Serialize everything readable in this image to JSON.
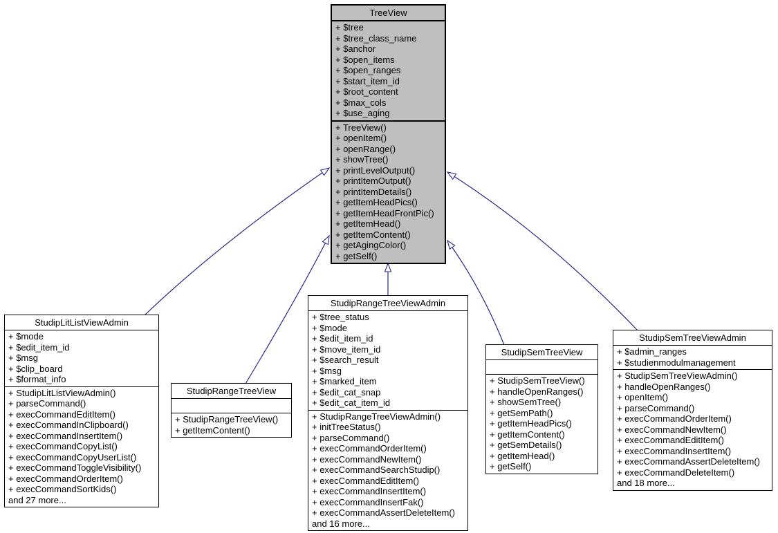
{
  "diagram": {
    "type": "uml-class-inheritance-graph",
    "colors": {
      "background": "#ffffff",
      "edge": "#26268e",
      "parent-fill": "#bfbfbf",
      "child-fill": "#ffffff",
      "border": "#000000",
      "text": "#000000"
    }
  },
  "classes": [
    {
      "name": "TreeView",
      "attributes": [
        "+ $tree",
        "+ $tree_class_name",
        "+ $anchor",
        "+ $open_items",
        "+ $open_ranges",
        "+ $start_item_id",
        "+ $root_content",
        "+ $max_cols",
        "+ $use_aging"
      ],
      "methods": [
        "+ TreeView()",
        "+ openItem()",
        "+ openRange()",
        "+ showTree()",
        "+ printLevelOutput()",
        "+ printItemOutput()",
        "+ printItemDetails()",
        "+ getItemHeadPics()",
        "+ getItemHeadFrontPic()",
        "+ getItemHead()",
        "+ getItemContent()",
        "+ getAgingColor()",
        "+ getSelf()"
      ]
    },
    {
      "name": "StudipLitListViewAdmin",
      "attributes": [
        "+ $mode",
        "+ $edit_item_id",
        "+ $msg",
        "+ $clip_board",
        "+ $format_info"
      ],
      "methods": [
        "+ StudipLitListViewAdmin()",
        "+ parseCommand()",
        "+ execCommandEditItem()",
        "+ execCommandInClipboard()",
        "+ execCommandInsertItem()",
        "+ execCommandCopyList()",
        "+ execCommandCopyUserList()",
        "+ execCommandToggleVisibility()",
        "+ execCommandOrderItem()",
        "+ execCommandSortKids()",
        "and 27 more..."
      ]
    },
    {
      "name": "StudipRangeTreeView",
      "attributes": [],
      "methods": [
        "+ StudipRangeTreeView()",
        "+ getItemContent()"
      ]
    },
    {
      "name": "StudipRangeTreeViewAdmin",
      "attributes": [
        "+ $tree_status",
        "+ $mode",
        "+ $edit_item_id",
        "+ $move_item_id",
        "+ $search_result",
        "+ $msg",
        "+ $marked_item",
        "+ $edit_cat_snap",
        "+ $edit_cat_item_id"
      ],
      "methods": [
        "+ StudipRangeTreeViewAdmin()",
        "+ initTreeStatus()",
        "+ parseCommand()",
        "+ execCommandOrderItem()",
        "+ execCommandNewItem()",
        "+ execCommandSearchStudip()",
        "+ execCommandEditItem()",
        "+ execCommandInsertItem()",
        "+ execCommandInsertFak()",
        "+ execCommandAssertDeleteItem()",
        "and 16 more..."
      ]
    },
    {
      "name": "StudipSemTreeView",
      "attributes": [],
      "methods": [
        "+ StudipSemTreeView()",
        "+ handleOpenRanges()",
        "+ showSemTree()",
        "+ getSemPath()",
        "+ getItemHeadPics()",
        "+ getItemContent()",
        "+ getSemDetails()",
        "+ getItemHead()",
        "+ getSelf()"
      ]
    },
    {
      "name": "StudipSemTreeViewAdmin",
      "attributes": [
        "+ $admin_ranges",
        "+ $studienmodulmanagement"
      ],
      "methods": [
        "+ StudipSemTreeViewAdmin()",
        "+ handleOpenRanges()",
        "+ openItem()",
        "+ parseCommand()",
        "+ execCommandOrderItem()",
        "+ execCommandNewItem()",
        "+ execCommandEditItem()",
        "+ execCommandInsertItem()",
        "+ execCommandAssertDeleteItem()",
        "+ execCommandDeleteItem()",
        "and 18 more..."
      ]
    }
  ],
  "relations": [
    {
      "from": "StudipLitListViewAdmin",
      "to": "TreeView",
      "type": "public-inheritance"
    },
    {
      "from": "StudipRangeTreeView",
      "to": "TreeView",
      "type": "public-inheritance"
    },
    {
      "from": "StudipRangeTreeViewAdmin",
      "to": "TreeView",
      "type": "public-inheritance"
    },
    {
      "from": "StudipSemTreeView",
      "to": "TreeView",
      "type": "public-inheritance"
    },
    {
      "from": "StudipSemTreeViewAdmin",
      "to": "TreeView",
      "type": "public-inheritance"
    }
  ]
}
